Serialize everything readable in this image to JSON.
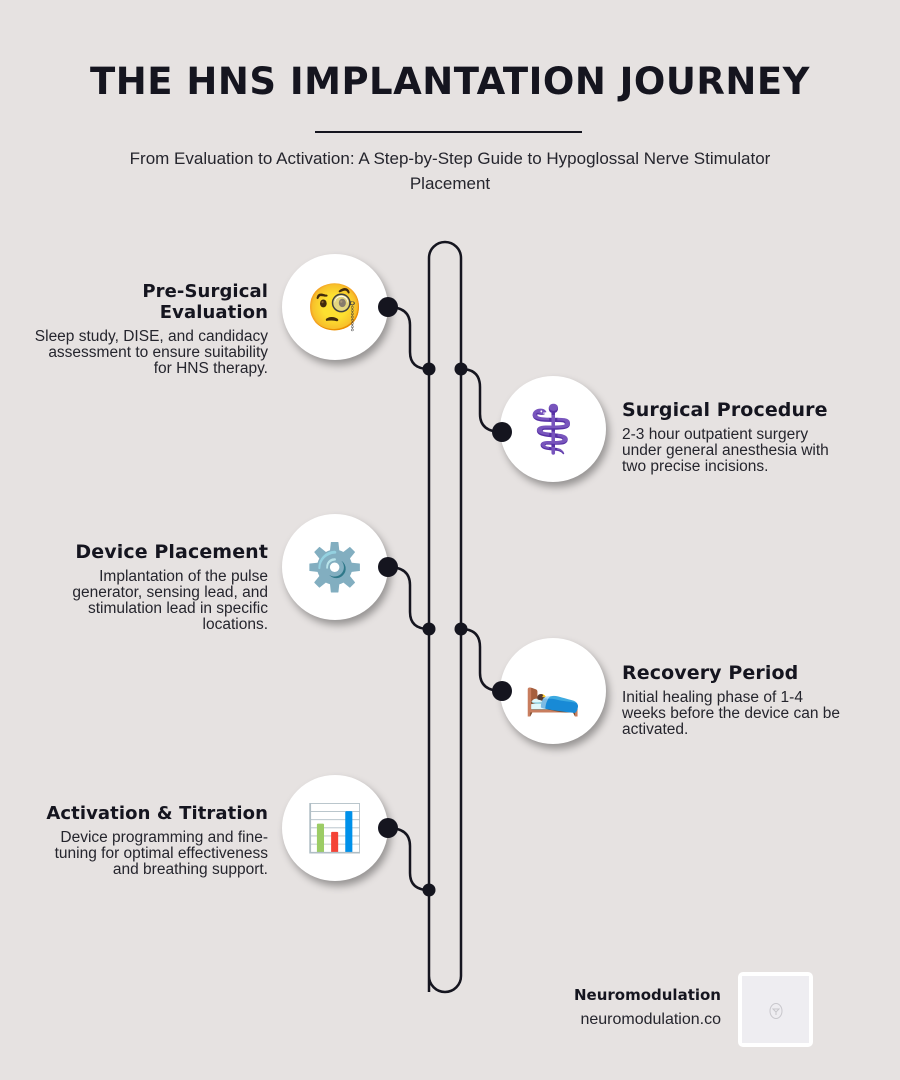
{
  "header": {
    "title": "THE HNS IMPLANTATION JOURNEY",
    "subtitle": "From Evaluation to Activation: A Step-by-Step Guide to Hypoglossal Nerve Stimulator Placement"
  },
  "steps": [
    {
      "side": "left",
      "title": "Pre-Surgical Evaluation",
      "description": "Sleep study, DISE, and candidacy assessment to ensure suitability for HNS therapy.",
      "icon": "face-with-monocle-icon",
      "glyph": "🧐"
    },
    {
      "side": "right",
      "title": "Surgical Procedure",
      "description": "2-3 hour outpatient surgery under general anesthesia with two precise incisions.",
      "icon": "medical-symbol-icon",
      "glyph": "⚕️"
    },
    {
      "side": "left",
      "title": "Device Placement",
      "description": "Implantation of the pulse generator, sensing lead, and stimulation lead in specific locations.",
      "icon": "gear-icon",
      "glyph": "⚙️"
    },
    {
      "side": "right",
      "title": "Recovery Period",
      "description": "Initial healing phase of 1-4 weeks before the device can be activated.",
      "icon": "bed-icon",
      "glyph": "🛌"
    },
    {
      "side": "left",
      "title": "Activation & Titration",
      "description": "Device programming and fine-tuning for optimal effectiveness and breathing support.",
      "icon": "bar-chart-icon",
      "glyph": "📊"
    }
  ],
  "footer": {
    "brand_name": "Neuromodulation",
    "brand_url": "neuromodulation.co",
    "logo_icon": "logo-icon"
  },
  "colors": {
    "background": "#e6e2e1",
    "ink": "#15151f",
    "circle": "#ffffff"
  }
}
